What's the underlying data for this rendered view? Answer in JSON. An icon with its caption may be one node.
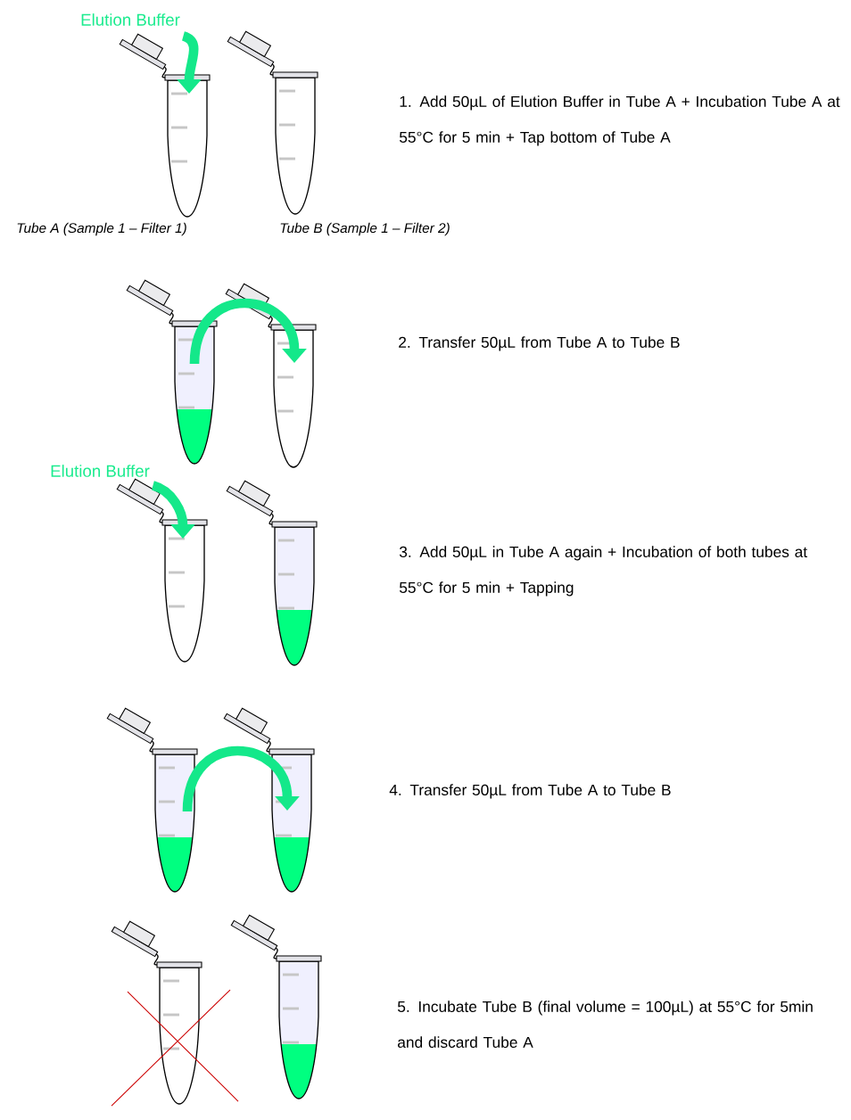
{
  "diagram": {
    "nodes": [
      {
        "text": [
          "Elution Buffer"
        ]
      },
      {
        "text": [],
        "shape": "tube",
        "beside": [
          "Tube A (Sample  1 – Filter 1)"
        ]
      },
      {
        "text": [],
        "shape": "tube",
        "beside": [
          "Tube B (Sample 1 – Filter 2)"
        ]
      },
      {
        "text": [],
        "shape": "tube"
      },
      {
        "text": [],
        "shape": "tube"
      },
      {
        "text": [
          "Elution Buffer"
        ]
      },
      {
        "text": [],
        "shape": "tube"
      },
      {
        "text": [],
        "shape": "tube"
      },
      {
        "text": [],
        "shape": "tube"
      },
      {
        "text": [],
        "shape": "tube"
      },
      {
        "text": [],
        "shape": "tube"
      },
      {
        "text": [],
        "shape": "tube"
      }
    ],
    "edges": [
      {
        "from": 0,
        "to": 1,
        "arrow": "to"
      },
      {
        "from": 3,
        "to": 4,
        "arrow": "to"
      },
      {
        "from": 5,
        "to": 6,
        "arrow": "to"
      },
      {
        "from": 8,
        "to": 9,
        "arrow": "to"
      }
    ],
    "labels": [
      "1. Add 50µL of Elution Buffer in Tube A + Incubation Tube A at 55°C for 5 min + Tap bottom of Tube A",
      "2. Transfer 50µL from Tube A to Tube B",
      "3. Add 50µL in Tube A again + Incubation of both tubes at 55°C for 5 min + Tapping",
      "4. Transfer 50µL from Tube A to Tube B",
      "5. Incubate Tube B (final volume = 100µL) at 55°C for 5min and discard Tube A"
    ]
  }
}
